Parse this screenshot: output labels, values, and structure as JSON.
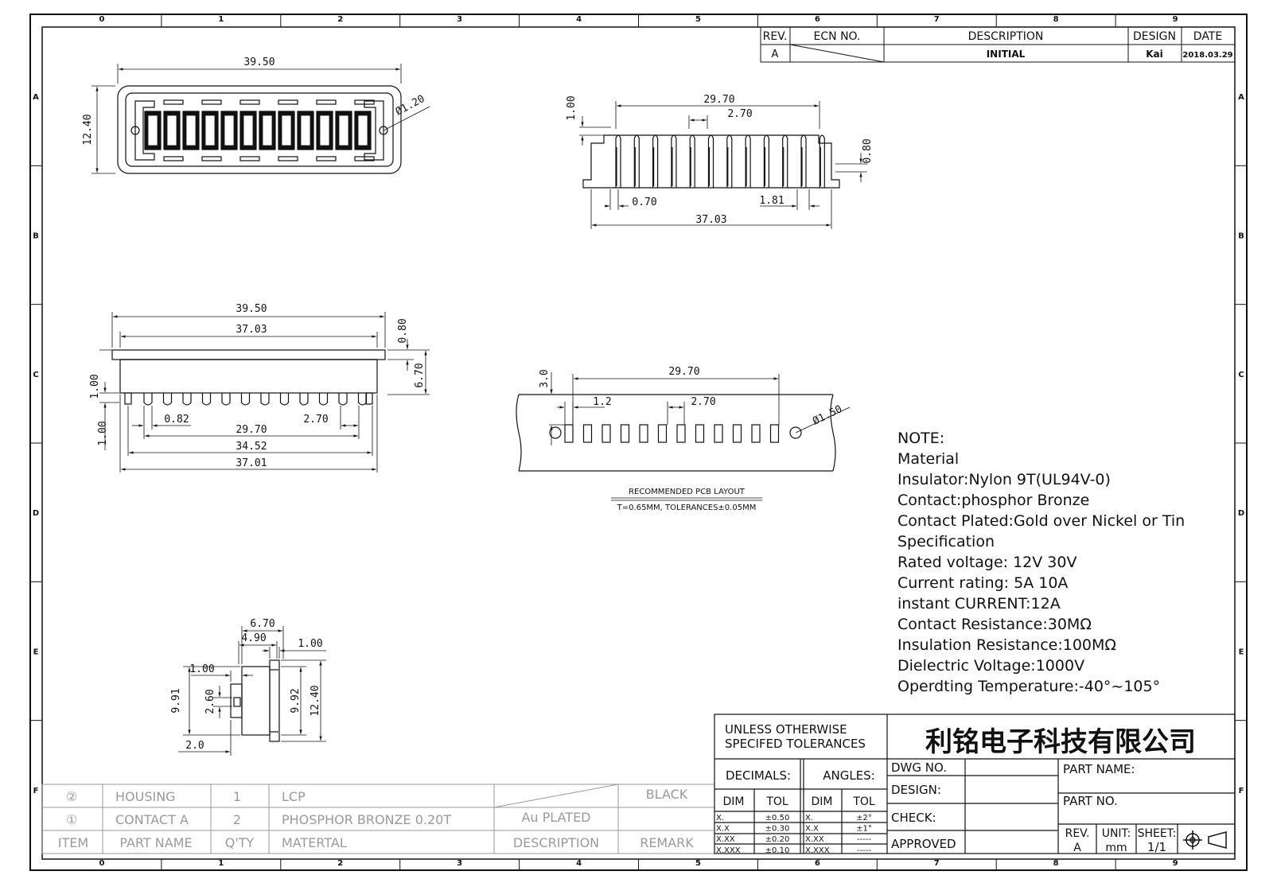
{
  "zones": {
    "top": [
      "0",
      "1",
      "2",
      "3",
      "4",
      "5",
      "6",
      "7",
      "8",
      "9"
    ],
    "side": [
      "A",
      "B",
      "C",
      "D",
      "E",
      "F"
    ]
  },
  "revision_block": {
    "headers": {
      "rev": "REV.",
      "ecn": "ECN NO.",
      "description": "DESCRIPTION",
      "design": "DESIGN",
      "date": "DATE"
    },
    "row": {
      "rev": "A",
      "description": "INITIAL",
      "design": "Kai",
      "date": "2018.03.29"
    }
  },
  "views": {
    "top": {
      "width": "39.50",
      "height": "12.40",
      "hole": "Ø1.20"
    },
    "front": {
      "pitch_span": "29.70",
      "pitch": "2.70",
      "pin_h": "1.00",
      "side_h": "0.80",
      "pin_w": "0.70",
      "off": "1.81",
      "total": "37.03"
    },
    "side": {
      "w1": "39.50",
      "w2": "37.03",
      "h1": "0.80",
      "h2": "6.70",
      "h3": "1.00",
      "h4": "1.00",
      "p1": "0.82",
      "p2": "2.70",
      "p3": "29.70",
      "p4": "34.52",
      "p5": "37.01"
    },
    "pcb": {
      "span": "29.70",
      "h": "3.0",
      "off": "1.2",
      "pitch": "2.70",
      "hole": "Ø1.50",
      "title": "RECOMMENDED PCB LAYOUT",
      "sub": "T=0.65MM, TOLERANCES±0.05MM"
    },
    "end": {
      "w1": "6.70",
      "w2": "4.90",
      "t": "1.00",
      "a": "1.00",
      "h1": "9.91",
      "h2": "2.60",
      "h3": "9.92",
      "h4": "12.40",
      "b": "2.0"
    }
  },
  "notes": [
    "NOTE:",
    "Material",
    "Insulator:Nylon 9T(UL94V-0)",
    "Contact:phosphor Bronze",
    "Contact Plated:Gold over Nickel or Tin",
    "Specification",
    "Rated voltage: 12V 30V",
    " Current rating:  5A 10A",
    "instant CURRENT:12A",
    "Contact Resistance:30MΩ",
    "Insulation Resistance:100MΩ",
    "Dielectric Voltage:1000V",
    "Operdting Temperature:-40°~105°"
  ],
  "bom": {
    "rows": [
      {
        "item": "②",
        "part": "HOUSING",
        "qty": "1",
        "material": "LCP",
        "description": "",
        "remark": "BLACK"
      },
      {
        "item": "①",
        "part": "CONTACT A",
        "qty": "2",
        "material": "PHOSPHOR BRONZE 0.20T",
        "description": "Au PLATED",
        "remark": ""
      }
    ],
    "headers": {
      "item": "ITEM",
      "part": "PART NAME",
      "qty": "Q'TY",
      "material": "MATERTAL",
      "description": "DESCRIPTION",
      "remark": "REMARK"
    }
  },
  "title_block": {
    "tol_title_1": "UNLESS OTHERWISE",
    "tol_title_2": "SPECIFED TOLERANCES",
    "decimals": "DECIMALS:",
    "angles": "ANGLES:",
    "dim": "DIM",
    "tol": "TOL",
    "dec_rows": [
      [
        "X.",
        "±0.50"
      ],
      [
        "X.X",
        "±0.30"
      ],
      [
        "X.XX",
        "±0.20"
      ],
      [
        "X.XXX",
        "±0.10"
      ]
    ],
    "ang_rows": [
      [
        "X.",
        "±2°"
      ],
      [
        "X.X",
        "±1°"
      ],
      [
        "X.XX",
        "-----"
      ],
      [
        "X.XXX",
        "-----"
      ]
    ],
    "company": "利铭电子科技有限公司",
    "dwg_no": "DWG NO.",
    "design": "DESIGN:",
    "check": "CHECK:",
    "approved": "APPROVED",
    "part_name": "PART NAME:",
    "part_no": "PART NO.",
    "rev_label": "REV.",
    "rev_value": "A",
    "unit_label": "UNIT:",
    "unit_value": "mm",
    "sheet_label": "SHEET:",
    "sheet_value": "1/1"
  }
}
